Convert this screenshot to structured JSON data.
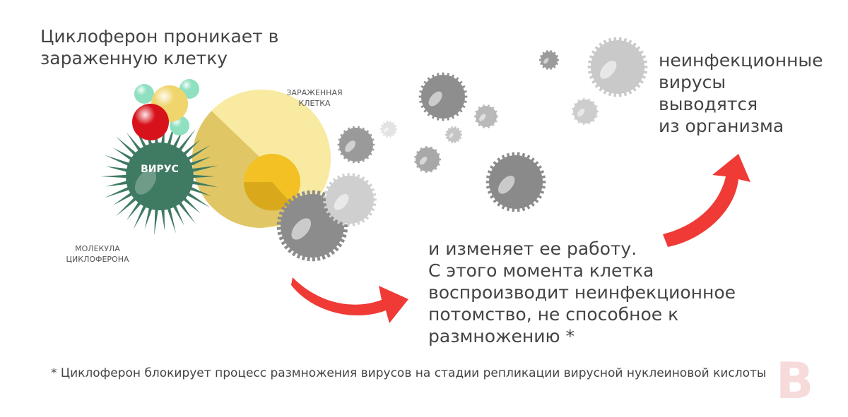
{
  "heading": {
    "line1": "Циклоферон проникает в",
    "line2": "зараженную клетку"
  },
  "labels": {
    "infected_cell_line1": "ЗАРАЖЕННАЯ",
    "infected_cell_line2": "КЛЕТКА",
    "virus": "ВИРУС",
    "molecule_line1": "МОЛЕКУЛА",
    "molecule_line2": "ЦИКЛОФЕРОНА"
  },
  "right_text": {
    "line1": "неинфекционные",
    "line2": "вирусы",
    "line3": "выводятся",
    "line4": "из организма"
  },
  "middle_text": {
    "line1": "и изменяет ее работу.",
    "line2": "С этого момента клетка",
    "line3": "воспроизводит неинфекционное",
    "line4": "потомство, не способное к",
    "line5": "размножению *"
  },
  "footnote": "* Циклоферон блокирует процесс размножения вирусов на стадии репликации вирусной нуклеиновой кислоты",
  "logo_letter": "B",
  "colors": {
    "text": "#444444",
    "arrow": "#ef3a36",
    "virus_green": "#3f7a62",
    "cell_yellow": "#f8eaa0",
    "cell_dark": "#dcc05a",
    "nucleus": "#f3c124",
    "gray_virus": "#8c8c8c",
    "molecule_red": "#d8121b",
    "molecule_teal": "#8fe0c0",
    "molecule_yellow": "#f0d56c",
    "logo": "#f7dada"
  },
  "icons": [
    "virus-icon",
    "infected-cell-icon",
    "cycloferon-molecule-icon",
    "progeny-virus-icon",
    "curved-arrow-icon"
  ]
}
